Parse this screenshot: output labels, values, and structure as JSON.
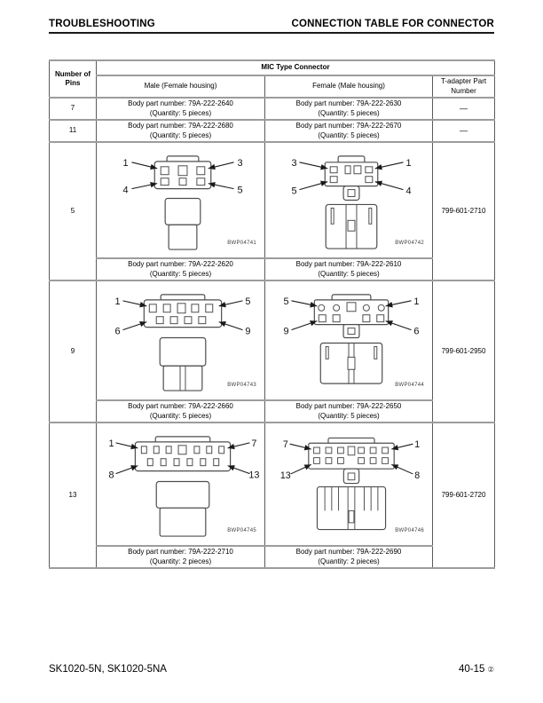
{
  "page": {
    "header_left": "TROUBLESHOOTING",
    "header_right": "CONNECTION TABLE FOR CONNECTOR",
    "footer_left": "SK1020-5N, SK1020-5NA",
    "footer_right": "40-15",
    "footer_symbol": "②"
  },
  "table": {
    "col_pins": "Number of Pins",
    "group_header": "MIC Type Connector",
    "col_male": "Male (Female housing)",
    "col_female": "Female (Male housing)",
    "col_tadapter": "T-adapter Part Number",
    "simple_rows": [
      {
        "pins": "7",
        "male_part": "Body part number: 79A-222-2640",
        "male_qty": "(Quantity: 5 pieces)",
        "female_part": "Body part number: 79A-222-2630",
        "female_qty": "(Quantity: 5 pieces)",
        "tadapter": "—"
      },
      {
        "pins": "11",
        "male_part": "Body part number: 79A-222-2680",
        "male_qty": "(Quantity: 5 pieces)",
        "female_part": "Body part number: 79A-222-2670",
        "female_qty": "(Quantity: 5 pieces)",
        "tadapter": "—"
      }
    ],
    "diagram_rows": [
      {
        "pins": "5",
        "tadapter": "799-601-2710",
        "male": {
          "fig": "BWP04741",
          "tl": "1",
          "tr": "3",
          "bl": "4",
          "br": "5",
          "part": "Body part number: 79A-222-2620",
          "qty": "(Quantity: 5 pieces)"
        },
        "female": {
          "fig": "BWP04742",
          "tl": "3",
          "tr": "1",
          "bl": "5",
          "br": "4",
          "part": "Body part number: 79A-222-2610",
          "qty": "(Quantity: 5 pieces)"
        }
      },
      {
        "pins": "9",
        "tadapter": "799-601-2950",
        "male": {
          "fig": "BWP04743",
          "tl": "1",
          "tr": "5",
          "bl": "6",
          "br": "9",
          "part": "Body part number: 79A-222-2660",
          "qty": "(Quantity: 5 pieces)"
        },
        "female": {
          "fig": "BWP04744",
          "tl": "5",
          "tr": "1",
          "bl": "9",
          "br": "6",
          "part": "Body part number: 79A-222-2650",
          "qty": "(Quantity: 5 pieces)"
        }
      },
      {
        "pins": "13",
        "tadapter": "799-601-2720",
        "male": {
          "fig": "BWP04745",
          "tl": "1",
          "tr": "7",
          "bl": "8",
          "br": "13",
          "part": "Body part number: 79A-222-2710",
          "qty": "(Quantity: 2 pieces)"
        },
        "female": {
          "fig": "BWP04746",
          "tl": "7",
          "tr": "1",
          "bl": "13",
          "br": "8",
          "part": "Body part number: 79A-222-2690",
          "qty": "(Quantity: 2 pieces)"
        }
      }
    ]
  }
}
